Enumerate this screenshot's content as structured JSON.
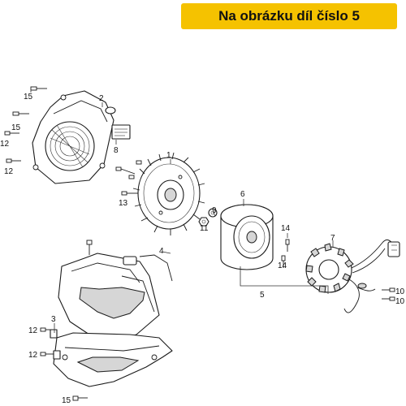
{
  "banner": {
    "text": "Na obrázku díl číslo 5",
    "background": "#f5c200"
  },
  "callouts": [
    {
      "key": "c1",
      "text": "1"
    },
    {
      "key": "c2",
      "text": "2"
    },
    {
      "key": "c3",
      "text": "3"
    },
    {
      "key": "c4",
      "text": "4"
    },
    {
      "key": "c5",
      "text": "5"
    },
    {
      "key": "c6",
      "text": "6"
    },
    {
      "key": "c7",
      "text": "7"
    },
    {
      "key": "c8",
      "text": "8"
    },
    {
      "key": "c9",
      "text": "9"
    },
    {
      "key": "c10a",
      "text": "10"
    },
    {
      "key": "c10b",
      "text": "10"
    },
    {
      "key": "c11",
      "text": "11"
    },
    {
      "key": "c12a",
      "text": "12"
    },
    {
      "key": "c12b",
      "text": "12"
    },
    {
      "key": "c12c",
      "text": "12"
    },
    {
      "key": "c12d",
      "text": "12"
    },
    {
      "key": "c13",
      "text": "13"
    },
    {
      "key": "c14a",
      "text": "14"
    },
    {
      "key": "c14b",
      "text": "14"
    },
    {
      "key": "c15a",
      "text": "15"
    },
    {
      "key": "c15b",
      "text": "15"
    },
    {
      "key": "c15c",
      "text": "15"
    }
  ]
}
